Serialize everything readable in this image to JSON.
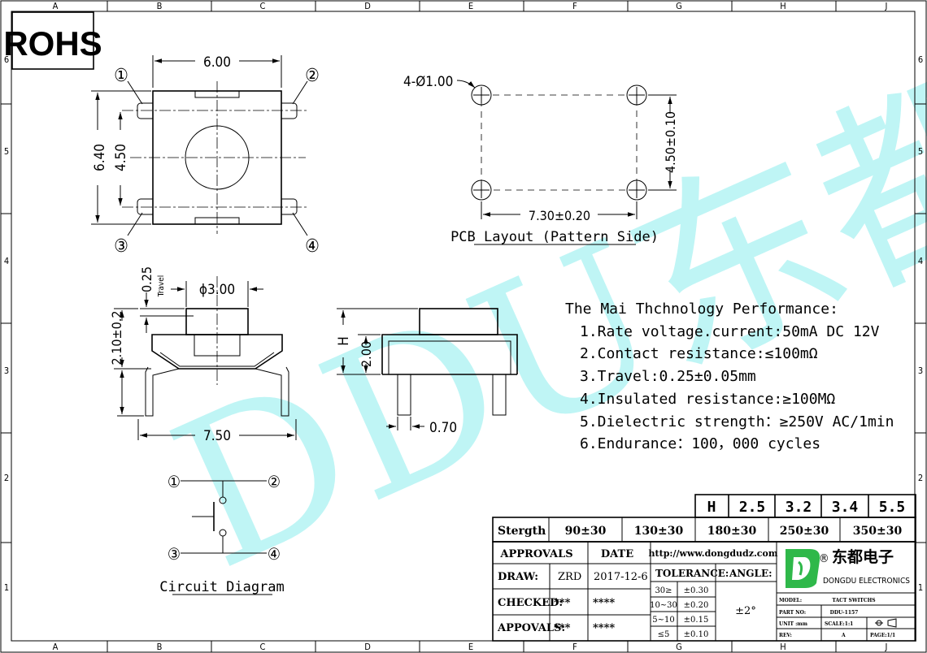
{
  "border": {
    "columns": [
      "A",
      "B",
      "C",
      "D",
      "E",
      "F",
      "G",
      "H",
      "J"
    ],
    "rows": [
      "6",
      "5",
      "4",
      "3",
      "2",
      "1"
    ]
  },
  "watermark": {
    "text": "DDU东都"
  },
  "rohs": "ROHS",
  "top_view": {
    "width": "6.00",
    "height_outer": "6.40",
    "height_inner": "4.50",
    "pins": [
      "①",
      "②",
      "③",
      "④"
    ]
  },
  "pcb": {
    "holes": "4-Ø1.00",
    "vertical": "4.50±0.10",
    "horizontal": "7.30±0.20",
    "caption": "PCB Layout (Pattern Side)"
  },
  "side_view": {
    "travel_value": "0.25",
    "travel_label": "Travel",
    "diameter": "ϕ3.00",
    "height": "2.10±0.2",
    "width": "7.50"
  },
  "end_view": {
    "h_label": "H",
    "height": "2.00",
    "pin_width": "0.70"
  },
  "performance": {
    "title": "The Mai Thchnology Performance:",
    "items": [
      "1.Rate voltage.current:50mA DC 12V",
      "2.Contact resistance:≤100mΩ",
      "3.Travel:0.25±0.05mm",
      "4.Insulated resistance:≥100MΩ",
      "5.Dielectric strength：≥250V AC/1min",
      "6.Endurance：100，000 cycles"
    ]
  },
  "circuit": {
    "pins": [
      "①",
      "②",
      "③",
      "④"
    ],
    "caption": "Circuit Diagram"
  },
  "h_table": {
    "header": "H",
    "values": [
      "2.5",
      "3.2",
      "3.4",
      "5.5"
    ]
  },
  "strength_row": {
    "label": "Stergth",
    "values": [
      "90±30",
      "130±30",
      "180±30",
      "250±30",
      "350±30"
    ]
  },
  "title_block": {
    "approvals": "APPROVALS",
    "date": "DATE",
    "url": "http://www.dongdudz.com",
    "draw_label": "DRAW:",
    "draw_name": "ZRD",
    "draw_date": "2017-12-6",
    "tolerance": "TOLERANCE:",
    "angle": "ANGLE:",
    "checked_label": "CHECKED:",
    "checked_name": "***",
    "checked_date": "****",
    "appovals_label": "APPOVALS:",
    "appovals_name": "***",
    "appovals_date": "****",
    "tol_rows": [
      {
        "range": "30≥",
        "tol": "±0.30"
      },
      {
        "range": "10~30",
        "tol": "±0.20"
      },
      {
        "range": "5~10",
        "tol": "±0.15"
      },
      {
        "range": "≤5",
        "tol": "±0.10"
      }
    ],
    "angle_value": "±2°",
    "logo_reg": "®",
    "company_cn": "东都电子",
    "company_en": "DONGDU ELECTRONICS",
    "model_label": "MODEL:",
    "model_value": "TACT SWITCHS",
    "part_label": "PART NO:",
    "part_value": "DDU-1157",
    "unit_label": "UNIT :mm",
    "scale": "SCALE:1:1",
    "rev_label": "REV:",
    "rev_value": "A",
    "page": "PAGE:1/1"
  },
  "colors": {
    "watermark": "#bff5f5",
    "logo_green": "#2fb84a"
  }
}
